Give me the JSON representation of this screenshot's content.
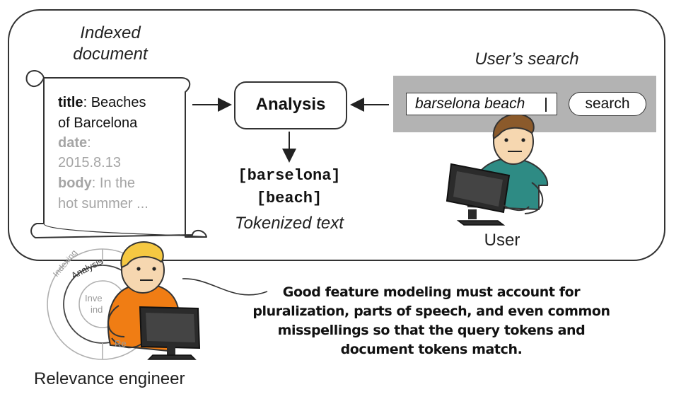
{
  "indexed_document": {
    "heading_line1": "Indexed",
    "heading_line2": "document",
    "fields": [
      {
        "key": "title",
        "sep": ": ",
        "value_line1": "Beaches",
        "value_line2": "of Barcelona"
      },
      {
        "key": "date",
        "sep": ":",
        "value_line2": "2015.8.13"
      },
      {
        "key": "body",
        "sep": ": ",
        "value_line1": "In the",
        "value_line2": "hot summer ..."
      }
    ]
  },
  "analysis_label": "Analysis",
  "tokens": [
    "[barselona]",
    "[beach]"
  ],
  "tokenized_caption": "Tokenized text",
  "user_search": {
    "heading": "User’s search",
    "query": "barselona beach",
    "button_label": "search"
  },
  "user_label": "User",
  "pipeline_rings": {
    "outer": "Indexing",
    "middle": "Analysis",
    "inner_top": "Inve",
    "inner_bottom": "ind",
    "lower": "Re"
  },
  "engineer_label": "Relevance engineer",
  "callout_lines": [
    "Good feature modeling must account for",
    "pluralization, parts of speech, and even common",
    "misspellings so that the query tokens and",
    "document tokens match."
  ],
  "colors": {
    "frame": "#333333",
    "search_bar": "#b3b3b3",
    "user_shirt": "#2e8b84",
    "engineer_shirt": "#f07d14",
    "skin": "#f6d7b0",
    "user_hair": "#8b5a2b",
    "engineer_hair": "#f5c842",
    "monitor": "#2b2b2b",
    "muted_text": "#a5a5a5"
  }
}
